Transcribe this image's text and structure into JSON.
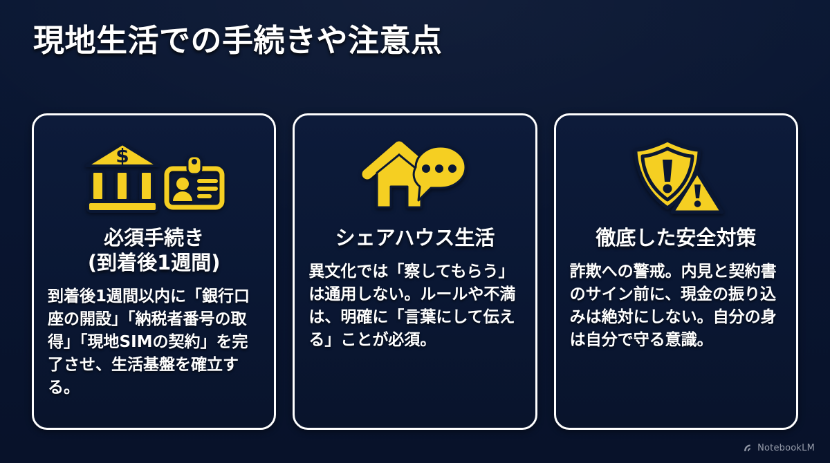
{
  "slide": {
    "title": "現地生活での手続きや注意点",
    "background_color": "#091530",
    "accent_color": "#f5cf22",
    "card_border_color": "#ffffff",
    "text_color": "#ffffff"
  },
  "cards": [
    {
      "id": "required-procedures",
      "icon_names": [
        "bank-dollar-icon",
        "id-card-icon"
      ],
      "title": "必須手続き\n(到着後1週間)",
      "body": "到着後1週間以内に「銀行口座の開設」「納税者番号の取得」「現地SIMの契約」を完了させ、生活基盤を確立する。"
    },
    {
      "id": "share-house-life",
      "icon_names": [
        "house-speech-bubble-icon"
      ],
      "title": "シェアハウス生活",
      "body": "異文化では「察してもらう」は通用しない。ルールや不満は、明確に「言葉にして伝える」ことが必須。"
    },
    {
      "id": "thorough-safety",
      "icon_names": [
        "shield-alert-icon",
        "warning-triangle-icon"
      ],
      "title": "徹底した安全対策",
      "body": "詐欺への警戒。内見と契約書のサイン前に、現金の振り込みは絶対にしない。自分の身は自分で守る意識。"
    }
  ],
  "watermark": {
    "label": "NotebookLM",
    "icon": "notebooklm-logo-icon"
  }
}
